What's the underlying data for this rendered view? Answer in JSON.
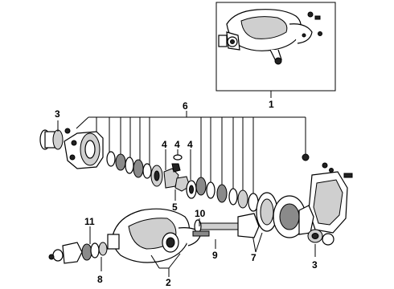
{
  "callouts": {
    "c1": "1",
    "c2": "2",
    "c3a": "3",
    "c3b": "3",
    "c4a": "4",
    "c4b": "4",
    "c4c": "4",
    "c5": "5",
    "c6": "6",
    "c7": "7",
    "c8": "8",
    "c9": "9",
    "c10": "10",
    "c11": "11"
  }
}
